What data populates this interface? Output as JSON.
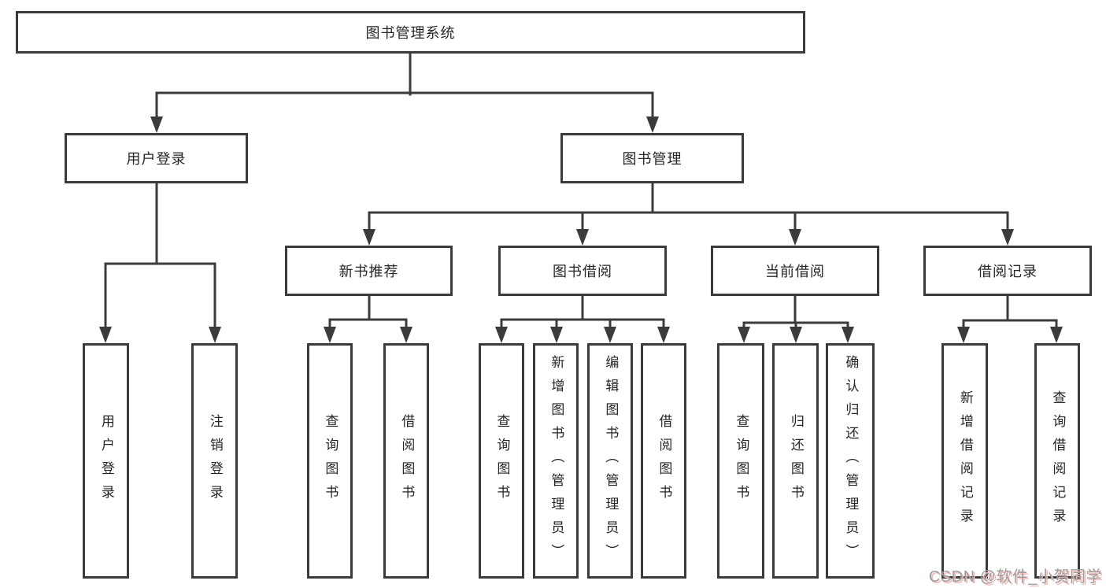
{
  "tree": {
    "label": "图书管理系统",
    "children": [
      {
        "label": "用户登录",
        "children": [
          {
            "label": "用户登录"
          },
          {
            "label": "注销登录"
          }
        ]
      },
      {
        "label": "图书管理",
        "children": [
          {
            "label": "新书推荐",
            "children": [
              {
                "label": "查询图书"
              },
              {
                "label": "借阅图书"
              }
            ]
          },
          {
            "label": "图书借阅",
            "children": [
              {
                "label": "查询图书"
              },
              {
                "label": "新增图书（管理员）"
              },
              {
                "label": "编辑图书（管理员）"
              },
              {
                "label": "借阅图书"
              }
            ]
          },
          {
            "label": "当前借阅",
            "children": [
              {
                "label": "查询图书"
              },
              {
                "label": "归还图书"
              },
              {
                "label": "确认归还（管理员）"
              }
            ]
          },
          {
            "label": "借阅记录",
            "children": [
              {
                "label": "新增借阅记录"
              },
              {
                "label": "查询借阅记录"
              }
            ]
          }
        ]
      }
    ]
  },
  "watermark": {
    "text": "CSDN @软件_小贺同学"
  },
  "colors": {
    "line": "#3b3b3b",
    "text": "#262626",
    "canvas": "#ffffff",
    "watermark": "#9d9d9d",
    "wmshadow": "#f4b8b4"
  }
}
